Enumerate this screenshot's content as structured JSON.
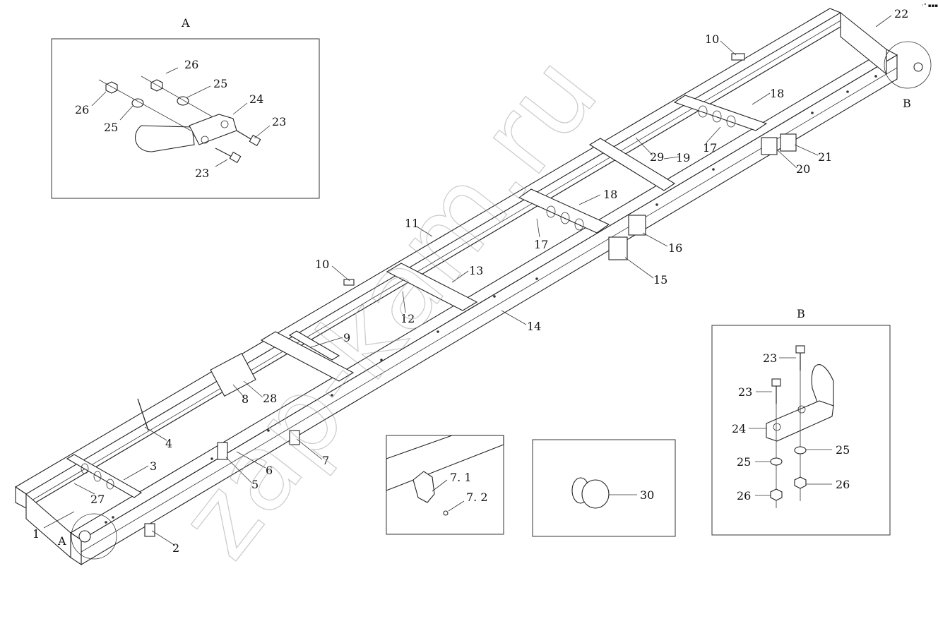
{
  "watermark": "zap-kam.ru",
  "corner_mark": "◦° ▪▪▪",
  "insets": {
    "a": {
      "title": "A"
    },
    "b": {
      "title": "B"
    }
  },
  "callouts": {
    "c1": "1",
    "c2": "2",
    "c3": "3",
    "c4": "4",
    "c5": "5",
    "c6": "6",
    "c7": "7",
    "c8": "8",
    "c9": "9",
    "c10a": "10",
    "c10b": "10",
    "c11": "11",
    "c12": "12",
    "c13": "13",
    "c14": "14",
    "c15": "15",
    "c16": "16",
    "c17a": "17",
    "c17b": "17",
    "c18a": "18",
    "c18b": "18",
    "c19": "19",
    "c20": "20",
    "c21": "21",
    "c22": "22",
    "c27": "27",
    "c28": "28",
    "c29": "29",
    "markA": "A",
    "markB": "B",
    "a26a": "26",
    "a26b": "26",
    "a25a": "25",
    "a25b": "25",
    "a24": "24",
    "a23a": "23",
    "a23b": "23",
    "b23a": "23",
    "b23b": "23",
    "b24": "24",
    "b25a": "25",
    "b25b": "25",
    "b26a": "26",
    "b26b": "26",
    "d71": "7. 1",
    "d72": "7. 2",
    "d30": "30"
  }
}
